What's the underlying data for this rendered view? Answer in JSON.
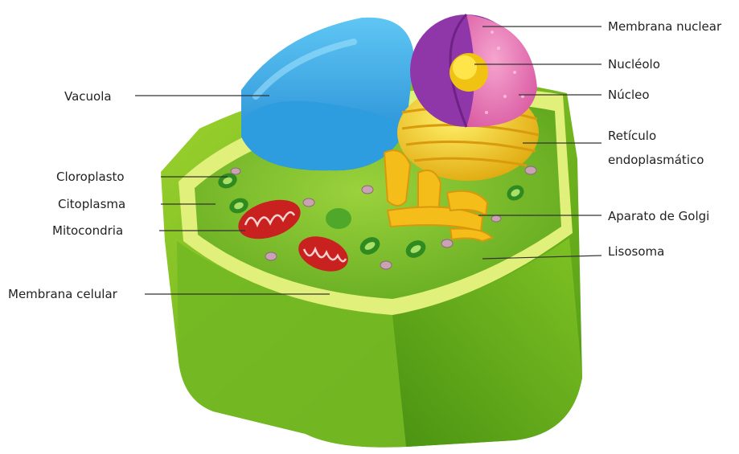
{
  "labels": {
    "vacuola": "Vacuola",
    "cloroplasto": "Cloroplasto",
    "citoplasma": "Citoplasma",
    "mitocondria": "Mitocondria",
    "membrana_celular": "Membrana celular",
    "membrana_nuclear": "Membrana nuclear",
    "nucleolo": "Nucléolo",
    "nucleo": "Núcleo",
    "reticulo_line1": "Retículo",
    "reticulo_line2": "endoplasmático",
    "aparato_golgi": "Aparato de Golgi",
    "lisosoma": "Lisosoma"
  },
  "colors": {
    "cell_wall_light": "#c6e64a",
    "cell_wall_dark": "#4f9a16",
    "cytoplasm": "#7cc02c",
    "membrane": "#e4f27a",
    "vacuole": "#3fb4ee",
    "vacuole_dark": "#1f86d0",
    "nuclear_envelope": "#9b3fb0",
    "nucleus_inner": "#ee77b8",
    "nucleolus": "#f7d21a",
    "er": "#f2cf28",
    "golgi": "#f7c11e",
    "mitochondria": "#c8211f",
    "chloroplast": "#2f8a20",
    "lysosome": "#c9a3b3"
  }
}
